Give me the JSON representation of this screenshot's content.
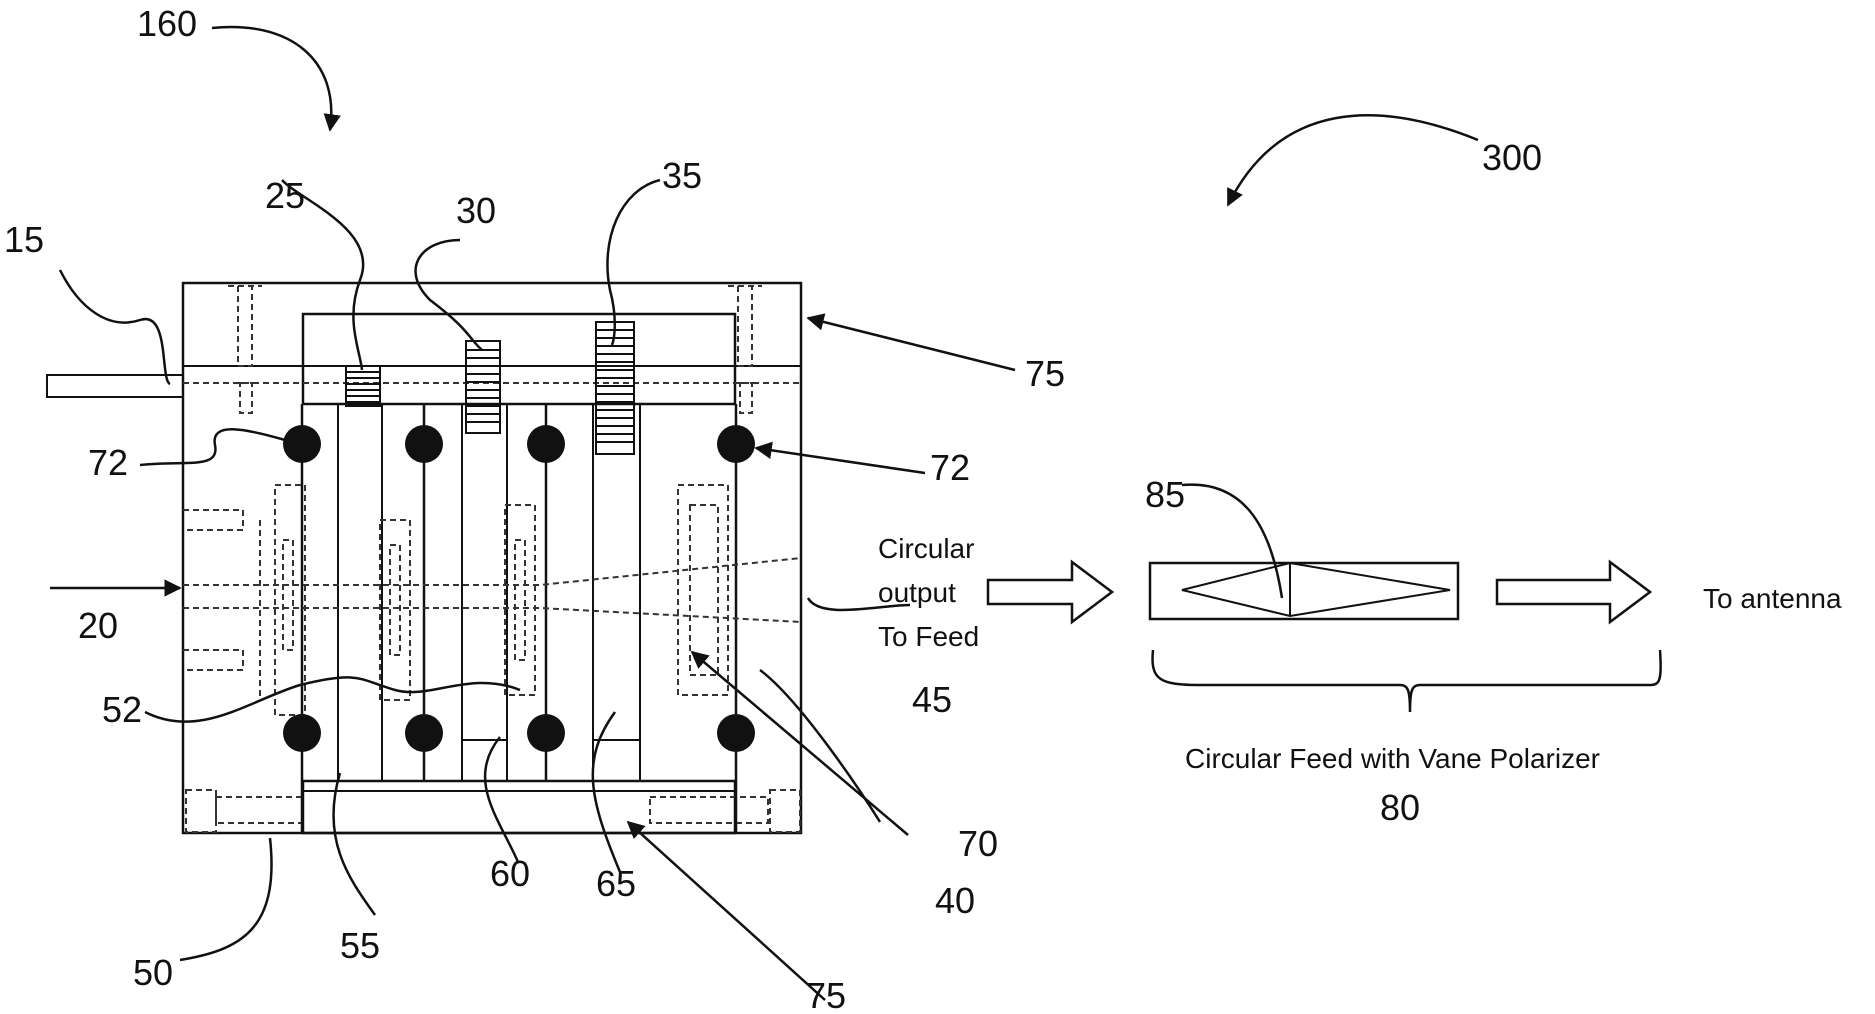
{
  "reference_numerals": {
    "r160": "160",
    "r300": "300",
    "r25": "25",
    "r30": "30",
    "r35": "35",
    "r15": "15",
    "r75_top": "75",
    "r75_bottom": "75",
    "r72_left": "72",
    "r72_right": "72",
    "r20": "20",
    "r52": "52",
    "r45": "45",
    "r70": "70",
    "r40": "40",
    "r65": "65",
    "r60": "60",
    "r55": "55",
    "r50": "50",
    "r85": "85",
    "r80": "80"
  },
  "text_labels": {
    "circular_line1": "Circular",
    "circular_line2": "output",
    "circular_line3": "To Feed",
    "to_antenna": "To antenna",
    "feed_caption": "Circular Feed with Vane Polarizer"
  }
}
